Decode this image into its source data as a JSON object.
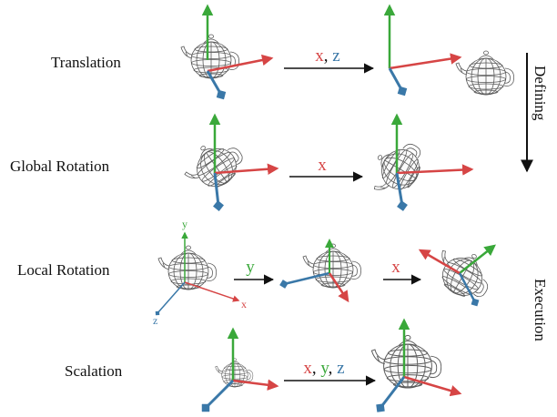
{
  "colors": {
    "x": "#d64545",
    "y": "#3aa83a",
    "z": "#3a78a8",
    "text": "#111111",
    "arrow": "#111111",
    "mesh": "#5a5a5a"
  },
  "rows": [
    {
      "label": "Translation",
      "ops": [
        {
          "parts": [
            "x",
            ", ",
            "z"
          ]
        }
      ]
    },
    {
      "label": "Global Rotation",
      "ops": [
        {
          "parts": [
            "x"
          ]
        }
      ]
    },
    {
      "label": "Local Rotation",
      "ops": [
        {
          "parts": [
            "y"
          ]
        },
        {
          "parts": [
            "x"
          ]
        }
      ]
    },
    {
      "label": "Scalation",
      "ops": [
        {
          "parts": [
            "x",
            ", ",
            "y",
            ", ",
            "z"
          ]
        }
      ]
    }
  ],
  "side_labels": {
    "defining": "Defining",
    "execution": "Execution"
  },
  "axis_labels": {
    "x": "x",
    "y": "y",
    "z": "z"
  },
  "icons": [
    "teapot-wireframe-icon",
    "axis-gizmo-icon",
    "right-arrow-icon",
    "down-arrow-icon"
  ]
}
